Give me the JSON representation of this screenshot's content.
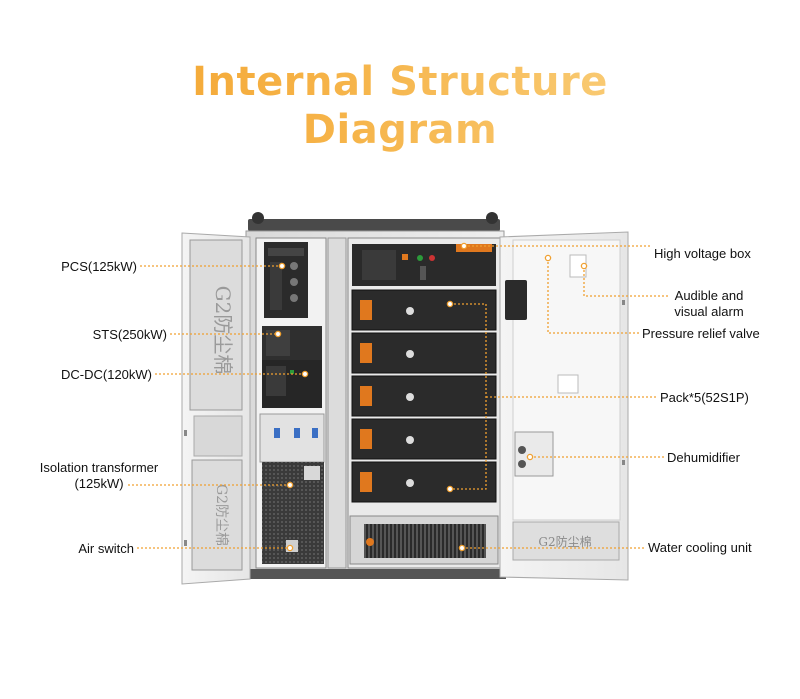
{
  "title": {
    "line1": "Internal Structure",
    "line2": "Diagram"
  },
  "labels": {
    "pcs": "PCS(125kW)",
    "sts": "STS(250kW)",
    "dcdc": "DC-DC(120kW)",
    "isolation_line1": "Isolation transformer",
    "isolation_line2": "(125kW)",
    "air_switch": "Air switch",
    "hv_box": "High voltage box",
    "alarm_line1": "Audible and",
    "alarm_line2": "visual alarm",
    "pressure": "Pressure relief valve",
    "pack": "Pack*5(52S1P)",
    "dehumidifier": "Dehumidifier",
    "water_cooling": "Water cooling unit"
  },
  "panel_text": {
    "left_door_top": "G2防尘棉",
    "left_door_bottom": "G2防尘棉",
    "right_door_bottom": "G2防尘棉"
  },
  "colors": {
    "accent": "#f3a028",
    "leader_line": "#f0a030",
    "cabinet_frame": "#e8e8e8",
    "module_dark": "#2b2b2b",
    "module_orange": "#e0781e"
  }
}
